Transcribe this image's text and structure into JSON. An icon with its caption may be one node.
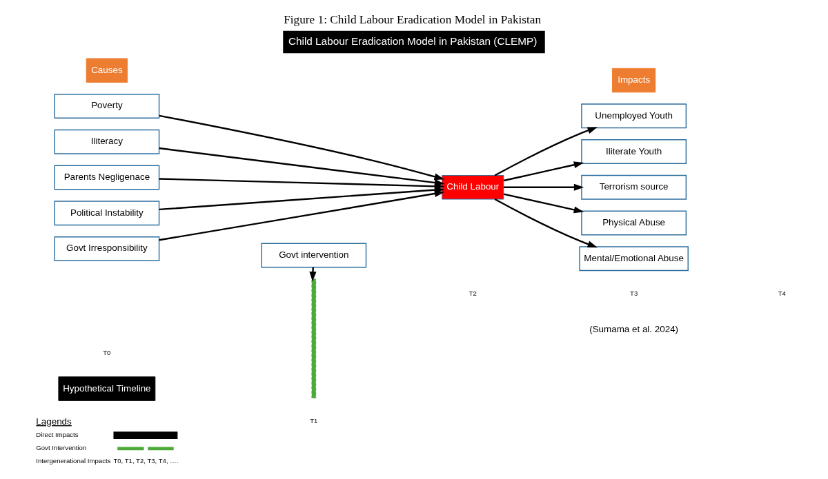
{
  "diagram": {
    "title": "Child Labour Eradication Model in Pakistan (CLEMP)",
    "caption": "Figure 1: Child Labour Eradication Model in Pakistan",
    "nodes": [
      {
        "text": [
          "Causes"
        ]
      },
      {
        "text": [
          "Impacts"
        ]
      },
      {
        "text": [
          "Poverty"
        ]
      },
      {
        "text": [
          "Iliteracy"
        ]
      },
      {
        "text": [
          "Parents Negligenace"
        ]
      },
      {
        "text": [
          "Political Instability"
        ]
      },
      {
        "text": [
          "Govt Irresponsibility"
        ]
      },
      {
        "text": [
          "Govt intervention"
        ]
      },
      {
        "text": [],
        "shape": "bar"
      },
      {
        "text": [
          "Child Labour"
        ]
      },
      {
        "text": [
          "Unemployed Youth"
        ]
      },
      {
        "text": [
          "Iliterate Youth"
        ]
      },
      {
        "text": [
          "Terrorism source"
        ]
      },
      {
        "text": [
          "Physical Abuse"
        ]
      },
      {
        "text": [
          "Mental/Emotional Abuse"
        ]
      },
      {
        "text": [
          "Hypothetical Timeline"
        ]
      }
    ],
    "edges": [
      {
        "from": 2,
        "to": 9,
        "arrow": "to"
      },
      {
        "from": 3,
        "to": 9,
        "arrow": "to"
      },
      {
        "from": 4,
        "to": 9,
        "arrow": "to"
      },
      {
        "from": 5,
        "to": 9,
        "arrow": "to"
      },
      {
        "from": 6,
        "to": 9,
        "arrow": "to"
      },
      {
        "from": 7,
        "to": 8,
        "arrow": "to"
      },
      {
        "from": 9,
        "to": 10,
        "arrow": "to"
      },
      {
        "from": 9,
        "to": 11,
        "arrow": "to"
      },
      {
        "from": 9,
        "to": 12,
        "arrow": "to"
      },
      {
        "from": 9,
        "to": 13,
        "arrow": "to"
      },
      {
        "from": 9,
        "to": 14,
        "arrow": "to"
      }
    ],
    "labels": [
      "T0",
      "T1",
      "T2",
      "T3",
      "T4",
      "Lagends",
      "T0, T1, T2, T3, T4, ….",
      "(Sumama et al. 2024)"
    ],
    "legend": [
      {
        "text": "Direct Impacts"
      },
      {
        "text": "Govt Intervention"
      },
      {
        "text": "Intergenerational Impacts"
      }
    ]
  }
}
